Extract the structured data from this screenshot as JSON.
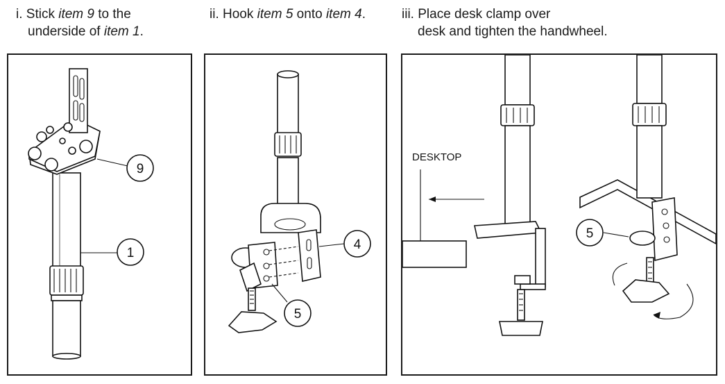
{
  "steps": [
    {
      "numeral": "i.",
      "line1_pre": " Stick ",
      "line1_item": "item 9",
      "line1_post": " to the",
      "line2_pre": "underside of ",
      "line2_item": "item 1",
      "line2_post": ".",
      "callouts": [
        "9",
        "1"
      ]
    },
    {
      "numeral": "ii.",
      "line1_pre": " Hook ",
      "line1_item_a": "item 5",
      "line1_mid": " onto ",
      "line1_item_b": "item 4",
      "line1_post": ".",
      "callouts": [
        "4",
        "5"
      ]
    },
    {
      "numeral": "iii.",
      "line1": " Place desk clamp over",
      "line2": "desk and tighten the handwheel.",
      "desktop_label": "DESKTOP",
      "callouts": [
        "5"
      ]
    }
  ]
}
